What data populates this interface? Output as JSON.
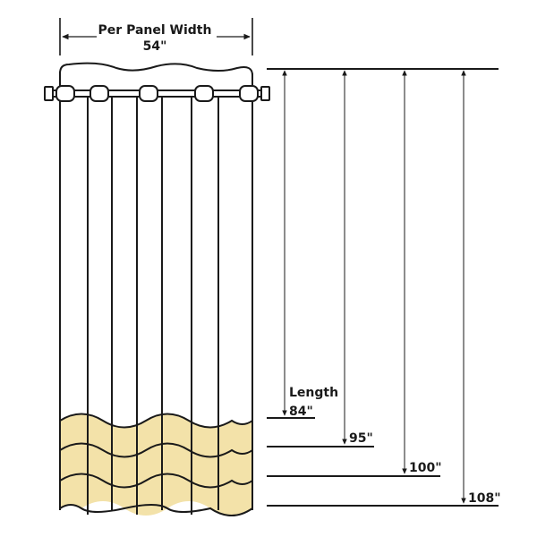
{
  "width_title": "Per Panel Width",
  "width_value": "54\"",
  "length_title": "Length",
  "lengths": [
    {
      "label": "84\""
    },
    {
      "label": "95\""
    },
    {
      "label": "100\""
    },
    {
      "label": "108\""
    }
  ],
  "colors": {
    "outline": "#1a1a1a",
    "hem_fill": "#f3e2a9",
    "background": "#ffffff"
  }
}
